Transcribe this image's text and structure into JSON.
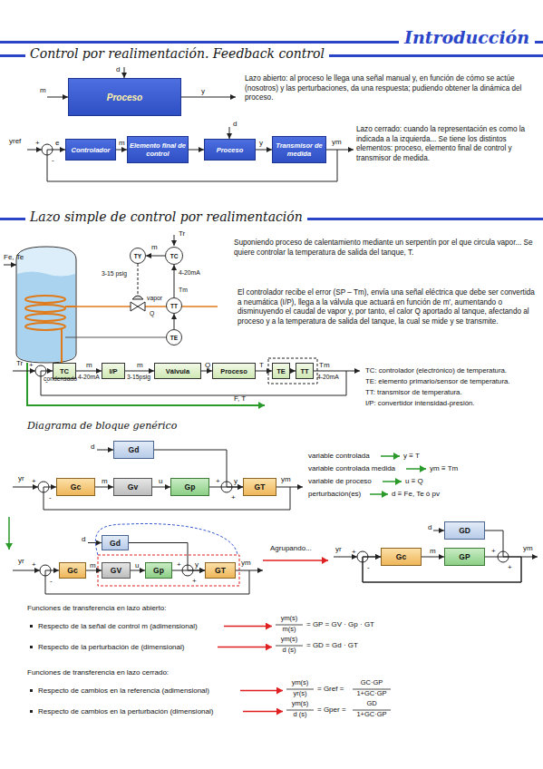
{
  "diagram": {
    "title": "Introducción",
    "nodes": [
      {
        "text": [
          "Proceso"
        ]
      },
      {
        "text": [
          "Controlador"
        ]
      },
      {
        "text": [
          "Elemento final de control"
        ]
      },
      {
        "text": [
          "Proceso"
        ]
      },
      {
        "text": [
          "Transmisor de medida"
        ]
      },
      {
        "text": [
          "TY"
        ]
      },
      {
        "text": [
          "TC"
        ]
      },
      {
        "text": [
          "TT"
        ]
      },
      {
        "text": [
          "TE"
        ]
      },
      {
        "text": [
          "TC"
        ]
      },
      {
        "text": [
          "I/P"
        ]
      },
      {
        "text": [
          "Válvula"
        ]
      },
      {
        "text": [
          "Proceso"
        ]
      },
      {
        "text": [
          "TE"
        ]
      },
      {
        "text": [
          "TT"
        ]
      },
      {
        "text": [
          "Gd"
        ]
      },
      {
        "text": [
          "Gc"
        ]
      },
      {
        "text": [
          "Gv"
        ]
      },
      {
        "text": [
          "Gp"
        ]
      },
      {
        "text": [
          "GT"
        ]
      },
      {
        "text": [
          "Gd"
        ]
      },
      {
        "text": [
          "Gc"
        ]
      },
      {
        "text": [
          "GV"
        ]
      },
      {
        "text": [
          "Gp"
        ]
      },
      {
        "text": [
          "GT"
        ]
      },
      {
        "text": [
          "GD"
        ]
      },
      {
        "text": [
          "Gc"
        ]
      },
      {
        "text": [
          "GP"
        ]
      }
    ],
    "edges": [
      {
        "from": 1,
        "to": 2,
        "arrow": "to",
        "label": "m"
      },
      {
        "from": 2,
        "to": 3,
        "arrow": "to"
      },
      {
        "from": 3,
        "to": 4,
        "arrow": "to",
        "label": "y"
      },
      {
        "from": 4,
        "to": 1,
        "arrow": "to"
      },
      {
        "from": 8,
        "to": 7,
        "arrow": "to"
      },
      {
        "from": 7,
        "to": 6,
        "arrow": "to"
      },
      {
        "from": 6,
        "to": 5,
        "arrow": "to",
        "label": "m"
      },
      {
        "from": 9,
        "to": 10,
        "arrow": "to",
        "label": "m"
      },
      {
        "from": 10,
        "to": 11,
        "arrow": "to",
        "label": "m"
      },
      {
        "from": 11,
        "to": 12,
        "arrow": "to",
        "label": "Q"
      },
      {
        "from": 12,
        "to": 13,
        "arrow": "to",
        "label": "T"
      },
      {
        "from": 13,
        "to": 14,
        "arrow": "to"
      },
      {
        "from": 14,
        "to": 9,
        "arrow": "to"
      },
      {
        "from": 15,
        "to": 19,
        "arrow": "to"
      },
      {
        "from": 16,
        "to": 17,
        "arrow": "to",
        "label": "m"
      },
      {
        "from": 17,
        "to": 18,
        "arrow": "to",
        "label": "u"
      },
      {
        "from": 18,
        "to": 19,
        "arrow": "to",
        "label": "y"
      },
      {
        "from": 19,
        "to": 16,
        "arrow": "to"
      },
      {
        "from": 20,
        "to": 24,
        "arrow": "to"
      },
      {
        "from": 21,
        "to": 22,
        "arrow": "to",
        "label": "m"
      },
      {
        "from": 22,
        "to": 23,
        "arrow": "to",
        "label": "u"
      },
      {
        "from": 23,
        "to": 24,
        "arrow": "to",
        "label": "y"
      },
      {
        "from": 24,
        "to": 21,
        "arrow": "to"
      },
      {
        "from": 25,
        "to": 26,
        "arrow": "to"
      },
      {
        "from": 26,
        "to": 27,
        "arrow": "to",
        "label": "m"
      },
      {
        "from": 27,
        "to": 26,
        "arrow": "to"
      }
    ],
    "labels": [
      "Control por realimentación. Feedback control",
      "m",
      "d",
      "y",
      "Lazo abierto: al proceso le llega una señal manual y, en función de cómo se actúe (nosotros) y las perturbaciones, da una respuesta; pudiendo obtener la dinámica del proceso.",
      "yref",
      "e",
      "+",
      "-",
      "d",
      "ym",
      "Lazo cerrado: cuando la representación es como la indicada a la izquierda... Se tiene los distintos elementos: proceso, elemento final de control y transmisor de medida.",
      "Lazo simple de control por realimentación",
      "Fe, Te",
      "Tr",
      "3-15 psig",
      "4-20mA",
      "vapor",
      "Q",
      "Tm",
      "condensado",
      "F, T",
      "Suponiendo proceso de calentamiento mediante un serpentín por el que circula vapor... Se quiere controlar la temperatura de salida del tanque, T.",
      "El controlador recibe el error (SP – Tm), envía una señal eléctrica que debe ser convertida a neumática (I/P), llega a la válvula que actuará en función de m', aumentando o disminuyendo el caudal de vapor y, por tanto, el calor Q aportado al tanque, afectando al proceso y a la temperatura de salida del tanque, la cual se mide y se transmite.",
      "Tr",
      "+",
      "-",
      "4-20mA",
      "3-15psig",
      "Tm",
      "4-20mA",
      "TC: controlador (electrónico) de temperatura.",
      "TE: elemento primario/sensor de temperatura.",
      "TT: transmisor de temperatura.",
      "I/P: convertidor intensidad-presión.",
      "Diagrama de bloque genérico",
      "d",
      "yr",
      "+",
      "-",
      "+",
      "+",
      "ym",
      "variable controlada",
      "y ≡ T",
      "variable controlada medida",
      "ym ≡ Tm",
      "variable de proceso",
      "u ≡ Q",
      "perturbación(es)",
      "d ≡ Fe, Te ó pv",
      "d",
      "yr",
      "+",
      "-",
      "+",
      "+",
      "ym",
      "Agrupando...",
      "d",
      "yr",
      "+",
      "-",
      "+",
      "+",
      "ym",
      "Funciones de transferencia en lazo abierto:",
      "Respecto de la señal de control m (adimensional)",
      "ym(s)",
      "m(s)",
      "= GP = GV · Gp · GT",
      "Respecto de la perturbación de (dimensional)",
      "ym(s)",
      "d (s)",
      "= GD = Gd · GT",
      "Funciones de transferencia en lazo cerrado:",
      "Respecto de cambios en la referencia (adimensional)",
      "ym(s)",
      "yr(s)",
      "= Gref =",
      "GC·GP",
      "1+GC·GP",
      "Respecto de cambios en la perturbación (dimensional)",
      "ym(s)",
      "d (s)",
      "= Gper =",
      "GD",
      "1+GC·GP"
    ]
  }
}
